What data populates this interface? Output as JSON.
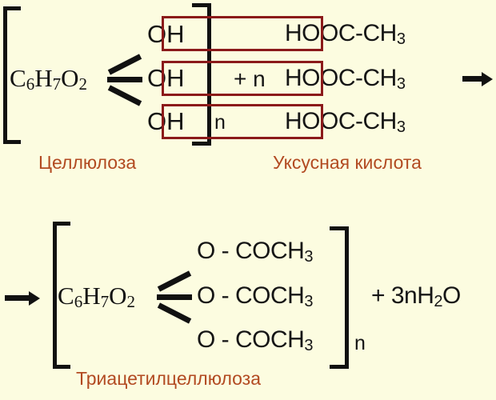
{
  "background_color": "#fcfce0",
  "ink_color": "#111111",
  "highlight_color": "#8b1a1a",
  "caption_color": "#b24a21",
  "reaction_top": {
    "reactant_core": "C6H7O2",
    "reactant_core_parts": {
      "c": "C",
      "c_sub": "6",
      "h": "H",
      "h_sub": "7",
      "o": "O",
      "o_sub": "2"
    },
    "hydroxyl_groups": [
      "OH",
      "OH",
      "OH"
    ],
    "bracket_subscript": "n",
    "plus_term": "+ n",
    "acid_formula_rows": [
      "HOOC-CH3",
      "HOOC-CH3",
      "HOOC-CH3"
    ],
    "acid_formula_base": "HOOC-CH",
    "acid_formula_sub": "3",
    "caption_left": "Целлюлоза",
    "caption_right": "Уксусная кислота",
    "arrow": "reaction-arrow-right"
  },
  "reaction_bottom": {
    "arrow": "reaction-arrow-right",
    "product_core": "C6H7O2",
    "product_core_parts": {
      "c": "C",
      "c_sub": "6",
      "h": "H",
      "h_sub": "7",
      "o": "O",
      "o_sub": "2"
    },
    "ester_groups": [
      "O - COCH3",
      "O - COCH3",
      "O - COCH3"
    ],
    "ester_base": "O - COCH",
    "ester_sub": "3",
    "bracket_subscript": "n",
    "byproduct": "+ 3nH2O",
    "byproduct_parts": {
      "prefix": "+ 3nH",
      "sub": "2",
      "suffix": "O"
    },
    "caption": "Триацетилцеллюлоза"
  }
}
